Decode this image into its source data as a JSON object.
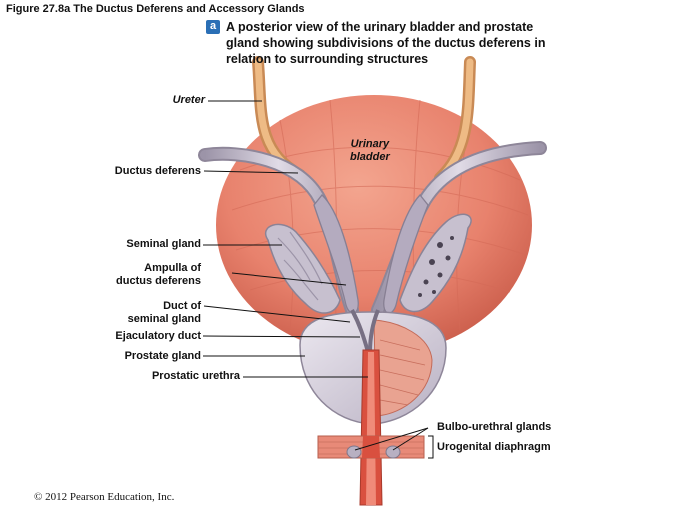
{
  "figure_title": "Figure 27.8a  The Ductus Deferens and Accessory Glands",
  "panel_badge": "a",
  "caption": "A posterior view of the urinary bladder and prostate gland showing subdivisions of the ductus deferens in relation to surrounding structures",
  "labels": {
    "ureter": "Ureter",
    "urinary_bladder_1": "Urinary",
    "urinary_bladder_2": "bladder",
    "ductus_deferens": "Ductus deferens",
    "seminal_gland": "Seminal gland",
    "ampulla_1": "Ampulla of",
    "ampulla_2": "ductus deferens",
    "duct_seminal_1": "Duct of",
    "duct_seminal_2": "seminal gland",
    "ejaculatory_duct": "Ejaculatory duct",
    "prostate_gland": "Prostate gland",
    "prostatic_urethra": "Prostatic urethra",
    "bulbo_urethral": "Bulbo-urethral glands",
    "urogenital_diaphragm": "Urogenital diaphragm"
  },
  "copyright": "© 2012 Pearson Education, Inc.",
  "colors": {
    "bladder": "#e8826d",
    "ureter": "#e6b07a",
    "ductus": "#bfb7c6",
    "prostate": "#d8d2de",
    "urethra": "#e0594a",
    "badge": "#2a6fb6"
  }
}
